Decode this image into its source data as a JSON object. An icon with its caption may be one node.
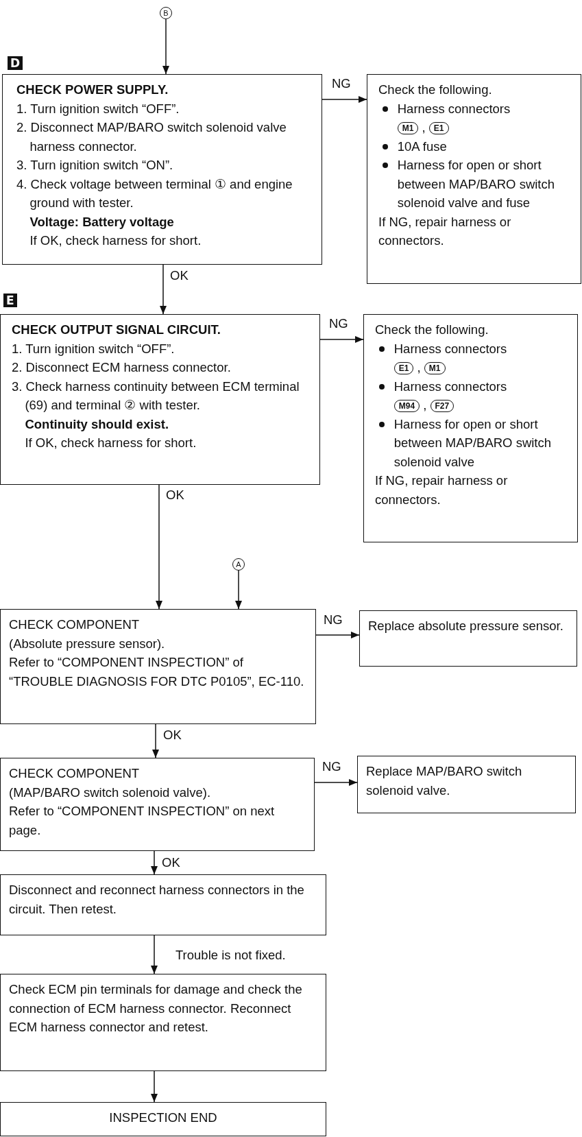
{
  "diagram": {
    "nodes": [
      {
        "text": [
          "B"
        ]
      },
      {
        "text": [
          "CHECK POWER SUPPLY.",
          "1. Turn ignition switch “OFF”.",
          "2. Disconnect MAP/BARO switch solenoid valve harness connector.",
          "3. Turn ignition switch “ON”.",
          "4. Check voltage between terminal ① and engine ground with tester.",
          "Voltage: Battery voltage",
          "If OK, check harness for short."
        ],
        "beside": [
          "D"
        ]
      },
      {
        "text": [
          "Check the following.",
          "Harness connectors",
          "M1 , E1",
          "10A fuse",
          "Harness for open or short between MAP/BARO switch solenoid valve and fuse",
          "If NG, repair harness or connectors."
        ]
      },
      {
        "text": [
          "CHECK OUTPUT SIGNAL CIRCUIT.",
          "1. Turn ignition switch “OFF”.",
          "2. Disconnect ECM harness connector.",
          "3. Check harness continuity between ECM terminal (69) and terminal ② with tester.",
          "Continuity should exist.",
          "If OK, check harness for short."
        ],
        "beside": [
          "E"
        ]
      },
      {
        "text": [
          "Check the following.",
          "Harness connectors",
          "E1 , M1",
          "Harness connectors",
          "M94 , F27",
          "Harness for open or short between MAP/BARO switch solenoid valve",
          "If NG, repair harness or connectors."
        ]
      },
      {
        "text": [
          "A"
        ]
      },
      {
        "text": [
          "CHECK COMPONENT",
          "(Absolute pressure sensor).",
          "Refer to “COMPONENT INSPECTION” of “TROUBLE DIAGNOSIS FOR DTC P0105”, EC-110."
        ]
      },
      {
        "text": [
          "Replace absolute pressure sensor."
        ]
      },
      {
        "text": [
          "CHECK COMPONENT",
          "(MAP/BARO switch solenoid valve).",
          "Refer to “COMPONENT INSPECTION” on next page."
        ]
      },
      {
        "text": [
          "Replace MAP/BARO switch solenoid valve."
        ]
      },
      {
        "text": [
          "Disconnect and reconnect harness connectors in the circuit. Then retest."
        ]
      },
      {
        "text": [
          "Check ECM pin terminals for damage and check the connection of ECM harness connector. Reconnect ECM harness connector and retest."
        ]
      },
      {
        "text": [
          "INSPECTION END"
        ]
      }
    ],
    "edges": [
      {
        "from": 0,
        "to": 1,
        "arrow": "to"
      },
      {
        "from": 1,
        "to": 2,
        "arrow": "to",
        "label": "NG"
      },
      {
        "from": 1,
        "to": 3,
        "arrow": "to",
        "label": "OK"
      },
      {
        "from": 3,
        "to": 4,
        "arrow": "to",
        "label": "NG"
      },
      {
        "from": 3,
        "to": 6,
        "arrow": "to",
        "label": "OK"
      },
      {
        "from": 5,
        "to": 6,
        "arrow": "to"
      },
      {
        "from": 6,
        "to": 7,
        "arrow": "to",
        "label": "NG"
      },
      {
        "from": 6,
        "to": 8,
        "arrow": "to",
        "label": "OK"
      },
      {
        "from": 8,
        "to": 9,
        "arrow": "to",
        "label": "NG"
      },
      {
        "from": 8,
        "to": 10,
        "arrow": "to",
        "label": "OK"
      },
      {
        "from": 10,
        "to": 11,
        "arrow": "to",
        "label": "Trouble is not fixed."
      },
      {
        "from": 11,
        "to": 12,
        "arrow": "to"
      }
    ]
  }
}
